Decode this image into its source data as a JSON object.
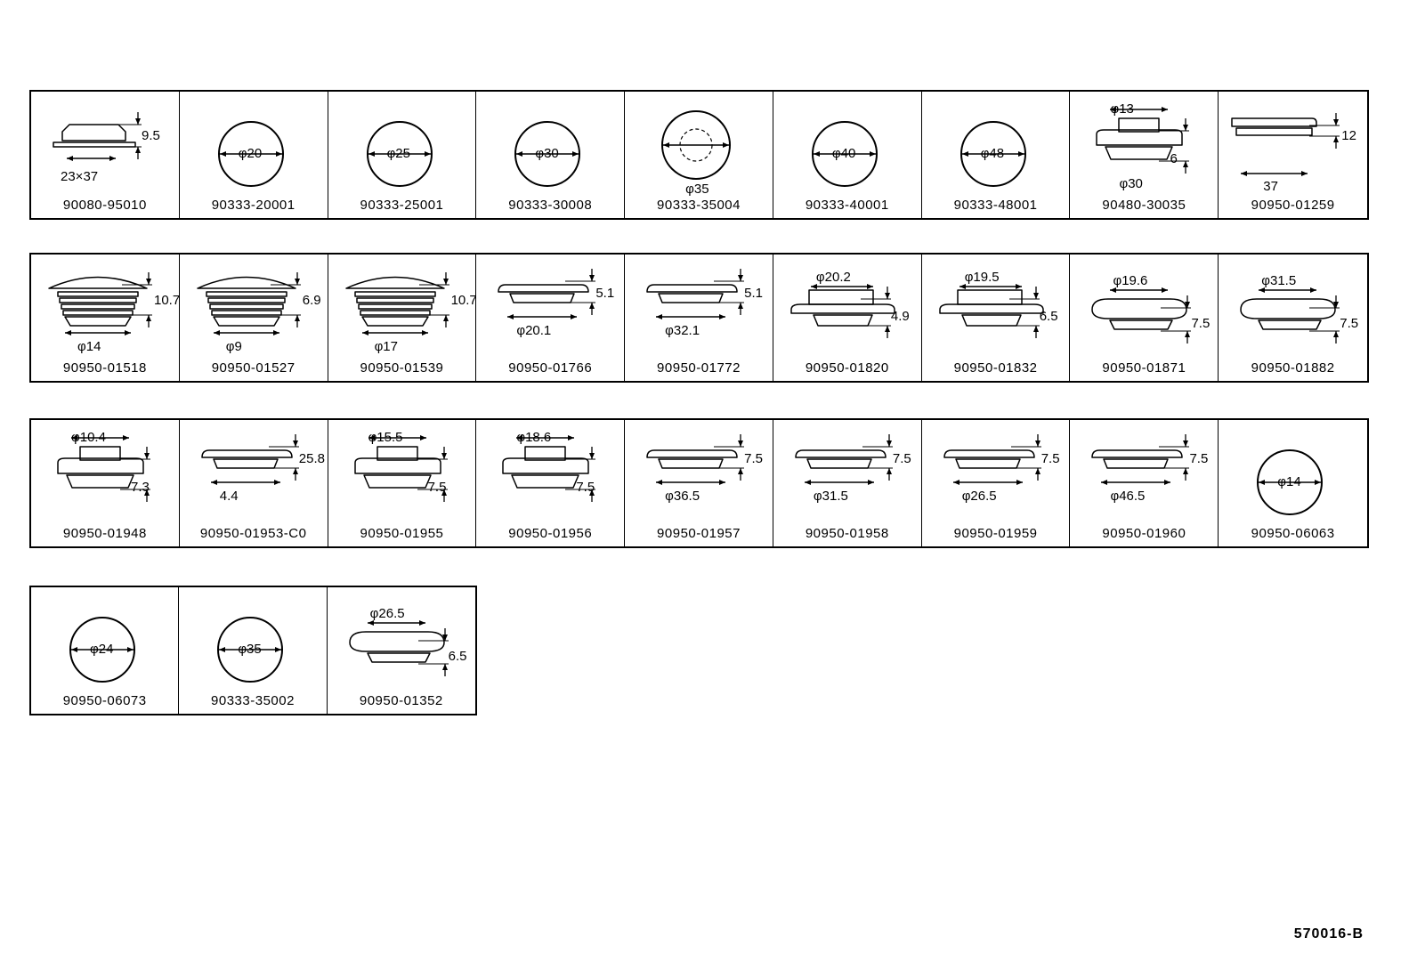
{
  "rows": [
    {
      "cells": [
        {
          "part": "90080-95010",
          "shape": "plug-rect",
          "dims": [
            "9.5",
            "23×37"
          ]
        },
        {
          "part": "90333-20001",
          "shape": "circle",
          "dims": [
            "φ20"
          ]
        },
        {
          "part": "90333-25001",
          "shape": "circle",
          "dims": [
            "φ25"
          ]
        },
        {
          "part": "90333-30008",
          "shape": "circle",
          "dims": [
            "φ30"
          ]
        },
        {
          "part": "90333-35004",
          "shape": "circle-hatch",
          "dims": [
            "φ35"
          ]
        },
        {
          "part": "90333-40001",
          "shape": "circle",
          "dims": [
            "φ40"
          ]
        },
        {
          "part": "90333-48001",
          "shape": "circle",
          "dims": [
            "φ48"
          ]
        },
        {
          "part": "90480-30035",
          "shape": "plug-boss",
          "dims": [
            "φ13",
            "6",
            "φ30"
          ]
        },
        {
          "part": "90950-01259",
          "shape": "plug-flat",
          "dims": [
            "12",
            "37"
          ]
        }
      ]
    },
    {
      "cells": [
        {
          "part": "90950-01518",
          "shape": "dome-ribbed",
          "dims": [
            "10.7",
            "φ14"
          ]
        },
        {
          "part": "90950-01527",
          "shape": "dome-ribbed",
          "dims": [
            "6.9",
            "φ9"
          ]
        },
        {
          "part": "90950-01539",
          "shape": "dome-ribbed",
          "dims": [
            "10.7",
            "φ17"
          ]
        },
        {
          "part": "90950-01766",
          "shape": "plug-thin",
          "dims": [
            "5.1",
            "φ20.1"
          ]
        },
        {
          "part": "90950-01772",
          "shape": "plug-thin",
          "dims": [
            "5.1",
            "φ32.1"
          ]
        },
        {
          "part": "90950-01820",
          "shape": "plug-flange",
          "dims": [
            "φ20.2",
            "4.9"
          ]
        },
        {
          "part": "90950-01832",
          "shape": "plug-flange",
          "dims": [
            "φ19.5",
            "6.5"
          ]
        },
        {
          "part": "90950-01871",
          "shape": "plug-round",
          "dims": [
            "φ19.6",
            "7.5"
          ]
        },
        {
          "part": "90950-01882",
          "shape": "plug-round",
          "dims": [
            "φ31.5",
            "7.5"
          ]
        }
      ]
    },
    {
      "cells": [
        {
          "part": "90950-01948",
          "shape": "plug-boss",
          "dims": [
            "φ10.4",
            "7.3"
          ]
        },
        {
          "part": "90950-01953-C0",
          "shape": "plug-thin",
          "dims": [
            "25.8",
            "4.4"
          ]
        },
        {
          "part": "90950-01955",
          "shape": "plug-boss",
          "dims": [
            "φ15.5",
            "7.5"
          ]
        },
        {
          "part": "90950-01956",
          "shape": "plug-boss",
          "dims": [
            "φ18.6",
            "7.5"
          ]
        },
        {
          "part": "90950-01957",
          "shape": "plug-thin",
          "dims": [
            "7.5",
            "φ36.5"
          ]
        },
        {
          "part": "90950-01958",
          "shape": "plug-thin",
          "dims": [
            "7.5",
            "φ31.5"
          ]
        },
        {
          "part": "90950-01959",
          "shape": "plug-thin",
          "dims": [
            "7.5",
            "φ26.5"
          ]
        },
        {
          "part": "90950-01960",
          "shape": "plug-thin",
          "dims": [
            "7.5",
            "φ46.5"
          ]
        },
        {
          "part": "90950-06063",
          "shape": "circle",
          "dims": [
            "φ14"
          ]
        }
      ]
    },
    {
      "cells": [
        {
          "part": "90950-06073",
          "shape": "circle",
          "dims": [
            "φ24"
          ]
        },
        {
          "part": "90333-35002",
          "shape": "circle",
          "dims": [
            "φ35"
          ]
        },
        {
          "part": "90950-01352",
          "shape": "plug-round",
          "dims": [
            "φ26.5",
            "6.5"
          ]
        }
      ]
    }
  ],
  "drawing_code": "570016-B"
}
